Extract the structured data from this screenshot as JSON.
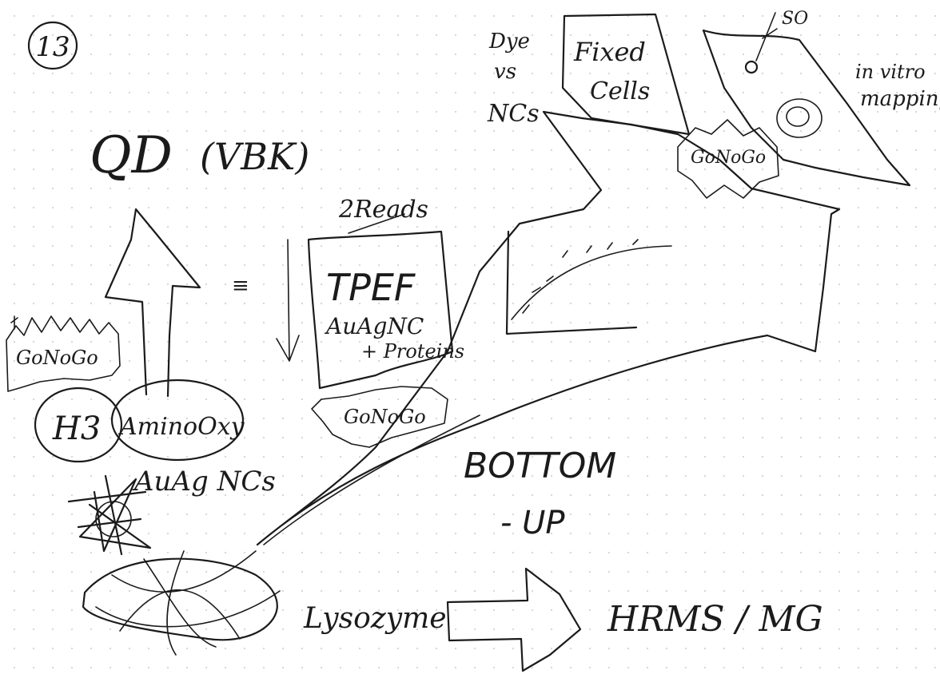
{
  "notes": {
    "page_number": "13",
    "top_left": {
      "title": "QD",
      "paren": "(VBK)"
    },
    "left_gonogo": "GoNoGo",
    "left_bottom": {
      "h3": "H3",
      "amino": "AminoOxy",
      "auag": "AuAg NCs"
    },
    "center_box": {
      "top_label": "2Reads",
      "title": "TPEF",
      "line1": "AuAgNC",
      "line2": "+ Proteins",
      "gonogo": "GoNoGo"
    },
    "bottom_center": {
      "line1": "BOTTOM",
      "line2": "- UP"
    },
    "bottom_left": "Lysozyme",
    "bottom_right": "HRMS / MG",
    "top_right": {
      "dye_vs_ncs": [
        "Dye",
        "vs",
        "NCs"
      ],
      "fixed_cells": [
        "Fixed",
        "Cells"
      ],
      "gonogo": "GoNoGo",
      "so": "SO",
      "in_vitro": [
        "in vitro",
        "mapping"
      ]
    },
    "small_mark": "≡"
  }
}
